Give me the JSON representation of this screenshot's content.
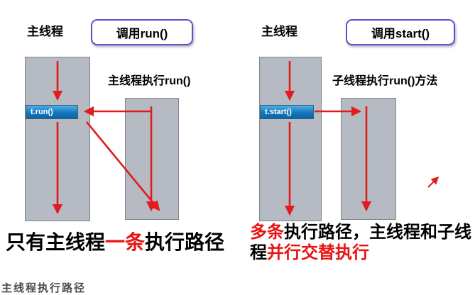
{
  "left": {
    "title": "主线程",
    "call_button": "调用run()",
    "exec_label": "主线程执行run()",
    "marker_label": "t.run()",
    "caption": {
      "pre": "只有主线程",
      "highlight": "一条",
      "post": "执行路径"
    }
  },
  "right": {
    "title": "主线程",
    "call_button": "调用start()",
    "exec_label": "子线程执行run()方法",
    "marker_label": "t.start()",
    "caption": {
      "highlight1": "多条",
      "mid": "执行路径，主线程和子线程",
      "highlight2": "并行交替执行"
    }
  },
  "footer": {
    "clipped_text": "主线程执行路径"
  },
  "colors": {
    "arrow_red": "#e01c1c",
    "highlight_red": "#ea1212",
    "call_box_border": "#5b50d0",
    "marker_blue": "#1477bb",
    "thread_rect_fill": "#b5bac3"
  }
}
